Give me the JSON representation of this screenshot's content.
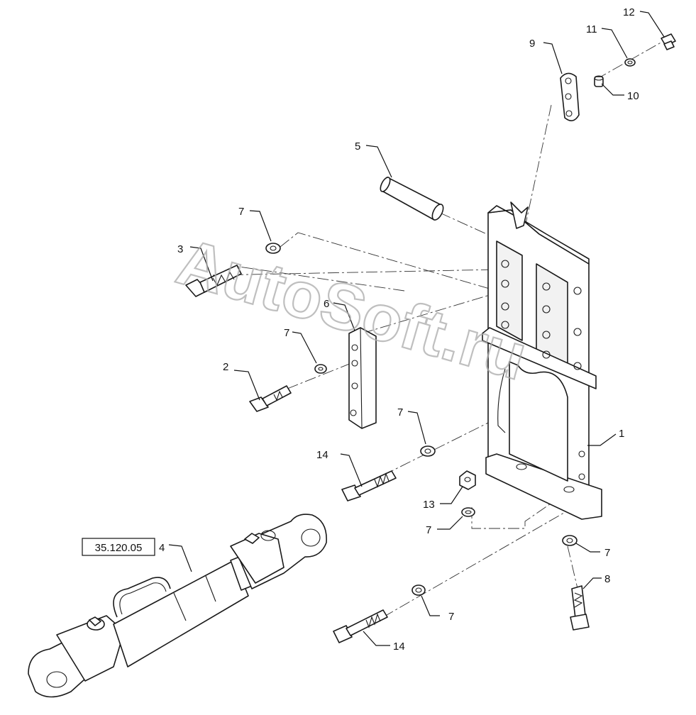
{
  "diagram": {
    "reference_box": "35.120.05",
    "watermark": "AutoSoft.ru",
    "callouts": {
      "c1": "1",
      "c2": "2",
      "c3": "3",
      "c4": "4",
      "c5": "5",
      "c6": "6",
      "c7a": "7",
      "c7b": "7",
      "c7c": "7",
      "c7d": "7",
      "c7e": "7",
      "c7f": "7",
      "c8": "8",
      "c9": "9",
      "c10": "10",
      "c11": "11",
      "c12": "12",
      "c13": "13",
      "c14a": "14",
      "c14b": "14"
    }
  }
}
